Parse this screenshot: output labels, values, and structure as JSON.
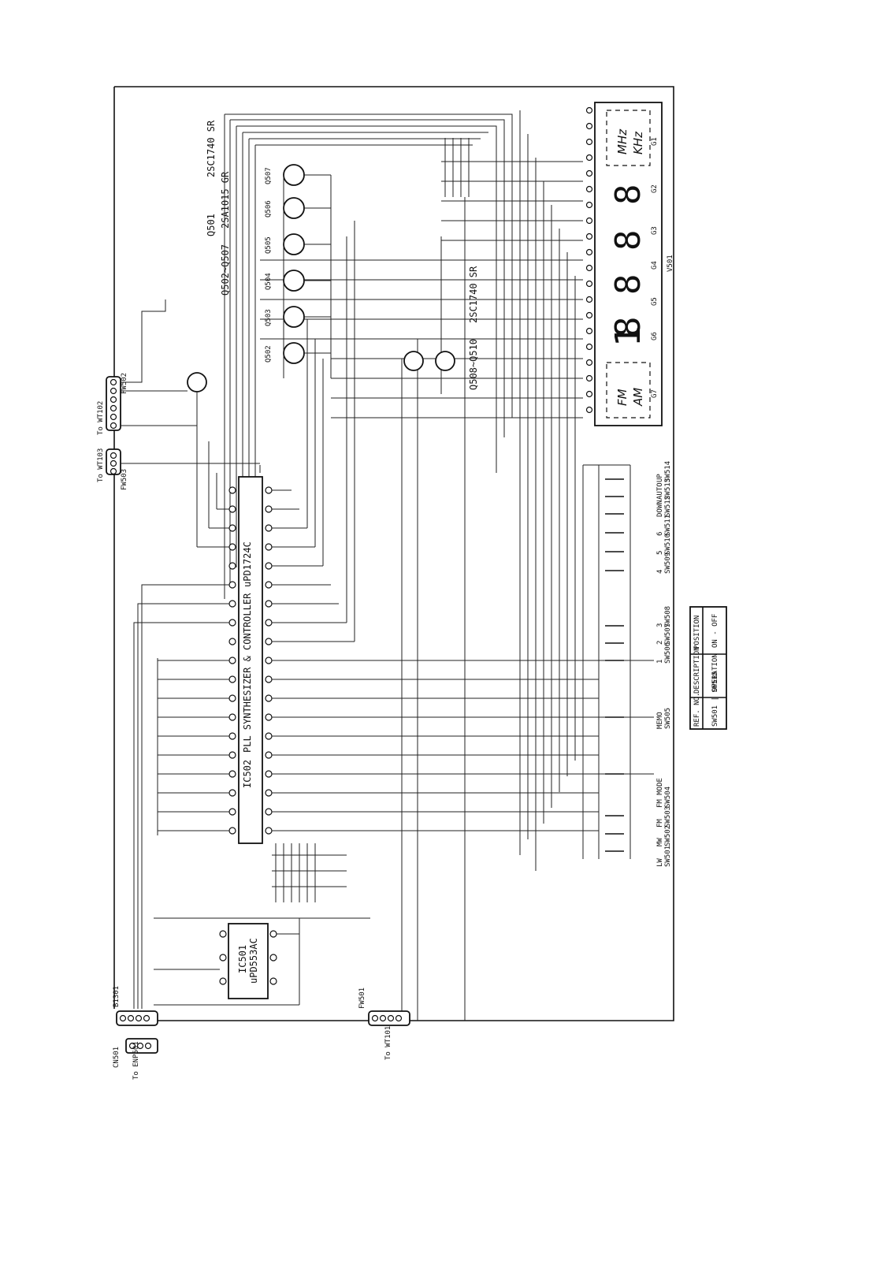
{
  "ic_main": {
    "ref": "IC502",
    "name": "PLL SYNTHESIZER & CONTROLLER",
    "part": "uPD1724C"
  },
  "ic_sub": {
    "ref": "IC501",
    "part": "uPD553AC"
  },
  "display": {
    "ref": "V501",
    "unit_mhz": "MHz",
    "unit_khz": "KHz",
    "band_fm": "FM",
    "band_am": "AM",
    "grids": [
      "G1",
      "G2",
      "G3",
      "G4",
      "G5",
      "G6",
      "G7"
    ]
  },
  "transistors": {
    "group_a": {
      "range": "Q501",
      "part": "2SC1740 SR"
    },
    "group_b": {
      "range": "Q502~Q507",
      "part": "2SA1015 GR"
    },
    "group_c": {
      "range": "Q508~Q510",
      "part": "2SC1740 SR"
    },
    "refs": [
      "Q502",
      "Q503",
      "Q504",
      "Q505",
      "Q506",
      "Q507"
    ]
  },
  "connectors": {
    "fw502": "FW502",
    "to_wt102": "To WT102",
    "to_wt103": "To WT103",
    "fw503": "FW503",
    "fw501": "FW501",
    "to_wt101": "To WT101",
    "b1301": "B1301",
    "cn501": "CN501",
    "to_enp": "To ENP501"
  },
  "switches": [
    {
      "ref": "SW501",
      "label": "LW"
    },
    {
      "ref": "SW502",
      "label": "MW"
    },
    {
      "ref": "SW503",
      "label": "FM"
    },
    {
      "ref": "SW504",
      "label": "FM MODE"
    },
    {
      "ref": "SW505",
      "label": "MEMO"
    },
    {
      "ref": "SW506",
      "label": "1"
    },
    {
      "ref": "SW507",
      "label": "2"
    },
    {
      "ref": "SW508",
      "label": "3"
    },
    {
      "ref": "SW509",
      "label": "4"
    },
    {
      "ref": "SW510",
      "label": "5"
    },
    {
      "ref": "SW511",
      "label": "6"
    },
    {
      "ref": "SW512",
      "label": "DOWN"
    },
    {
      "ref": "SW513",
      "label": "AUTO"
    },
    {
      "ref": "SW514",
      "label": "UP"
    }
  ],
  "legend": {
    "headers": [
      "REF. NO.",
      "DESCRIPTION",
      "POSITION"
    ],
    "row": {
      "ref": "SW501 | SW515",
      "description": "OPERATION",
      "position": "ON - OFF"
    }
  }
}
